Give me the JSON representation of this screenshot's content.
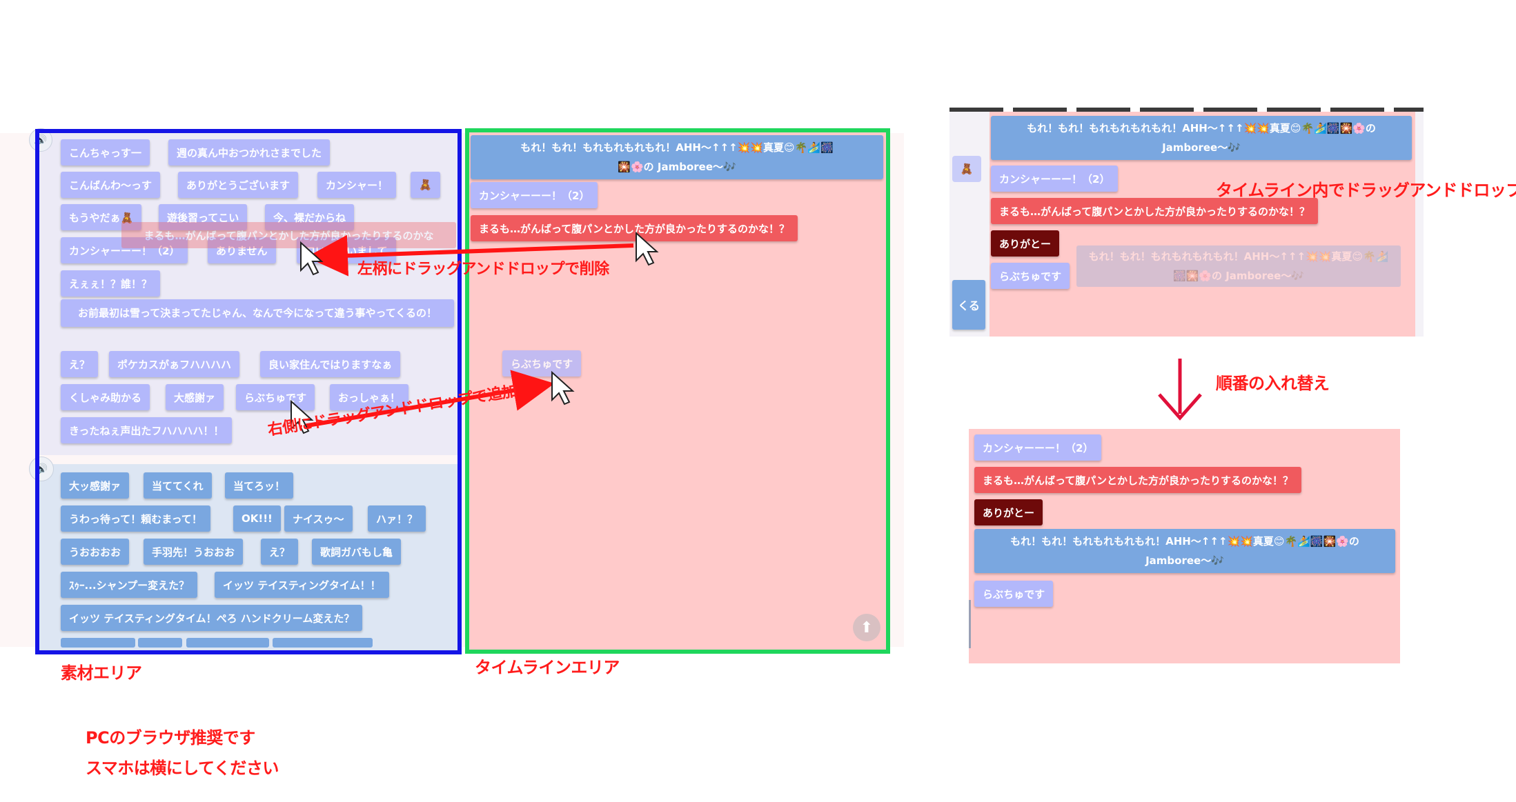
{
  "labels": {
    "material_area": "素材エリア",
    "timeline_area": "タイムラインエリア",
    "pc_note": "PCのブラウザ推奨です",
    "mobile_note": "スマホは横にしてください",
    "drag_delete": "左柄にドラッグアンドドロップで削除",
    "drag_add": "右側にドラッグアンドドロップで追加",
    "drag_in_timeline": "タイムライン内でドラッグアンドドロップ",
    "reorder": "順番の入れ替え"
  },
  "material_top": {
    "rows": [
      [
        "こんちゃっす一",
        "週の真ん中おつかれさまでした"
      ],
      [
        "こんばんわ〜っす",
        "ありがとうございます",
        "カンシャー！",
        "🧸"
      ],
      [
        "もうやだぁ🧸",
        "遊後習ってこい",
        "今、裸だからね"
      ],
      [
        "カンシャーーー！（2）",
        "ありません",
        "ロいきはいまして"
      ],
      [
        "えぇぇ！？誰！？"
      ],
      [
        "お前最初は雪って決まってたじゃん、なんで今になって違う事やってくるの！"
      ],
      [
        "え？",
        "ポケカスがぁフハハハハ",
        "良い家住んではりますなぁ"
      ],
      [
        "くしゃみ助かる",
        "大感謝ァ",
        "らぶちゅです",
        "おっしゃぁ！"
      ],
      [
        "きったねぇ声出たフハハハハ！！"
      ]
    ],
    "drag_ghost": "まるも…がんばって腹パンとかした方が良かったりするのかな"
  },
  "material_bottom": {
    "rows": [
      [
        "大ッ感謝ァ",
        "当ててくれ",
        "当てろッ！"
      ],
      [
        "うわっ待って！頼むまって！",
        "OK!!!",
        "ナイスゥ〜",
        "ハァ！？"
      ],
      [
        "うおおおお",
        "手羽先！うおおお",
        "え？",
        "歌詞ガバもし亀"
      ],
      [
        "ｽｩｰ...シャンプー変えた？",
        "イッツ テイスティングタイム！！"
      ],
      [
        "イッツ テイスティングタイム！ぺろ ハンドクリーム変えた？"
      ]
    ]
  },
  "timeline": {
    "items": [
      "もれ！もれ！もれもれもれもれ！AHH〜↑↑↑💥💥真夏😊🌴🏄🎆🎇🌸の Jamboree〜🎶",
      "カンシャーーー！（2）",
      "まるも…がんばって腹パンとかした方が良かったりするのかな！？"
    ],
    "drag_ghost": "らぶちゅです"
  },
  "example_before": {
    "items": [
      "もれ！もれ！もれもれもれもれ！AHH〜↑↑↑💥💥真夏😊🌴🏄🎆🎇🌸の Jamboree〜🎶",
      "カンシャーーー！（2）",
      "まるも…がんばって腹パンとかした方が良かったりするのかな！？",
      "ありがとー",
      "らぶちゅです"
    ],
    "ghost": "もれ！もれ！もれもれもれもれ！AHH〜↑↑↑💥💥真夏😊🌴🏄🎆🎇🌸の Jamboree〜🎶",
    "side_label": "くる"
  },
  "example_after": {
    "items": [
      "カンシャーーー！（2）",
      "まるも…がんばって腹パンとかした方が良かったりするのかな！？",
      "ありがとー",
      "もれ！もれ！もれもれもれもれ！AHH〜↑↑↑💥💥真夏😊🌴🏄🎆🎇🌸の Jamboree〜🎶",
      "らぶちゅです"
    ]
  },
  "colors": {
    "material_border": "#1414e6",
    "timeline_border": "#1fd65c",
    "timeline_bg": "#ffcaca",
    "annotation": "#ff1b1b",
    "arrow": "#e0103a"
  }
}
